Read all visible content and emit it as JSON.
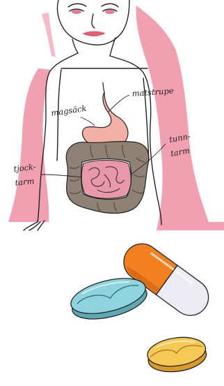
{
  "labels": {
    "magsack": "magsäck",
    "matstrupe": "matstrupe",
    "tunntarm_1": "tunn-",
    "tunntarm_2": "tarm",
    "tjocktarm_1": "tjock-",
    "tjocktarm_2": "tarm"
  },
  "colors": {
    "background": "#ffffff",
    "pink_wash": "#ef8fa3",
    "skin_outline": "#222222",
    "stomach": "#f3b1a6",
    "large_intestine": "#8f8173",
    "small_intestine": "#e898a8",
    "pill_blue": "#8fd3df",
    "capsule_orange": "#f2801e",
    "capsule_white": "#eceaf2",
    "pill_yellow": "#f6c957"
  }
}
